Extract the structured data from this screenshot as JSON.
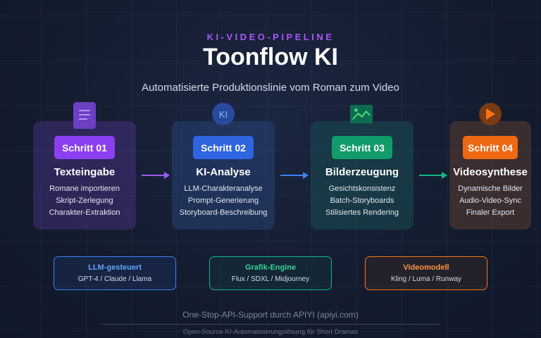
{
  "header": {
    "eyebrow": "KI-VIDEO-PIPELINE",
    "title": "Toonflow KI",
    "subtitle": "Automatisierte Produktionslinie vom Roman zum Video"
  },
  "steps": [
    {
      "badge": "Schritt 01",
      "title": "Texteingabe",
      "icon": "document-icon",
      "color": "#8b3ff0",
      "items": [
        "Romane importieren",
        "Skript-Zerlegung",
        "Charakter-Extraktion"
      ]
    },
    {
      "badge": "Schritt 02",
      "title": "KI-Analyse",
      "icon": "ai-icon",
      "icon_text": "KI",
      "color": "#2f65e0",
      "items": [
        "LLM-Charakteranalyse",
        "Prompt-Generierung",
        "Storyboard-Beschreibung"
      ]
    },
    {
      "badge": "Schritt 03",
      "title": "Bilderzeugung",
      "icon": "image-icon",
      "color": "#119b6a",
      "items": [
        "Gesichtskonsistenz",
        "Batch-Storyboards",
        "Stilisiertes Rendering"
      ]
    },
    {
      "badge": "Schritt 04",
      "title": "Videosynthese",
      "icon": "play-icon",
      "color": "#ee6814",
      "items": [
        "Dynamische Bilder",
        "Audio-Video-Sync",
        "Finaler Export"
      ]
    }
  ],
  "tech": [
    {
      "title": "LLM-gesteuert",
      "subtitle": "GPT-4 / Claude / Llama",
      "color": "#3b82f6"
    },
    {
      "title": "Grafik-Engine",
      "subtitle": "Flux / SDXL / Midjourney",
      "color": "#10b981"
    },
    {
      "title": "Videomodell",
      "subtitle": "Kling / Luma / Runway",
      "color": "#f97316"
    }
  ],
  "footer": {
    "support": "One-Stop-API-Support durch APIYI (apiyi.com)",
    "tagline": "Open-Source-KI-Automatisierungslösung für Short Dramas"
  }
}
